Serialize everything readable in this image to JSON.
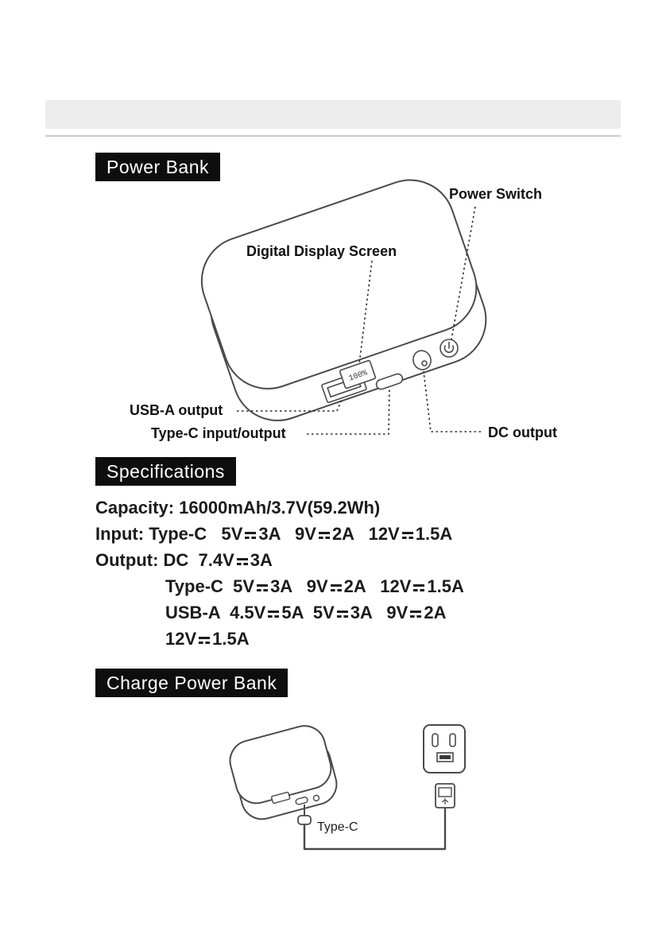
{
  "headings": {
    "power_bank": "Power Bank",
    "specifications": "Specifications",
    "charge_power_bank": "Charge Power Bank"
  },
  "device_diagram": {
    "labels": {
      "power_switch": "Power Switch",
      "digital_display_screen": "Digital Display Screen",
      "usb_a_output": "USB-A output",
      "type_c_input_output": "Type-C input/output",
      "dc_output": "DC output"
    },
    "display_value": "100%"
  },
  "specifications": {
    "lines": [
      {
        "indent": false,
        "tokens": [
          {
            "t": "text",
            "v": "Capacity: 16000mAh/3.7V(59.2Wh)"
          }
        ]
      },
      {
        "indent": false,
        "tokens": [
          {
            "t": "text",
            "v": "Input: Type-C   5V"
          },
          {
            "t": "dc"
          },
          {
            "t": "text",
            "v": "3A   9V"
          },
          {
            "t": "dc"
          },
          {
            "t": "text",
            "v": "2A   12V"
          },
          {
            "t": "dc"
          },
          {
            "t": "text",
            "v": "1.5A"
          }
        ]
      },
      {
        "indent": false,
        "tokens": [
          {
            "t": "text",
            "v": "Output: DC  7.4V"
          },
          {
            "t": "dc"
          },
          {
            "t": "text",
            "v": "3A"
          }
        ]
      },
      {
        "indent": true,
        "tokens": [
          {
            "t": "text",
            "v": "Type-C  5V"
          },
          {
            "t": "dc"
          },
          {
            "t": "text",
            "v": "3A   9V"
          },
          {
            "t": "dc"
          },
          {
            "t": "text",
            "v": "2A   12V"
          },
          {
            "t": "dc"
          },
          {
            "t": "text",
            "v": "1.5A"
          }
        ]
      },
      {
        "indent": true,
        "tokens": [
          {
            "t": "text",
            "v": "USB-A  4.5V"
          },
          {
            "t": "dc"
          },
          {
            "t": "text",
            "v": "5A  5V"
          },
          {
            "t": "dc"
          },
          {
            "t": "text",
            "v": "3A   9V"
          },
          {
            "t": "dc"
          },
          {
            "t": "text",
            "v": "2A"
          }
        ]
      },
      {
        "indent": true,
        "tokens": [
          {
            "t": "text",
            "v": "12V"
          },
          {
            "t": "dc"
          },
          {
            "t": "text",
            "v": "1.5A"
          }
        ]
      }
    ]
  },
  "charge_diagram": {
    "cable_label": "Type-C"
  },
  "colors": {
    "heading_bg": "#0e0e0e",
    "heading_text": "#ffffff",
    "line_art": "#4a4a4a",
    "text": "#1b1b1b",
    "banner_bg": "#ececec"
  }
}
